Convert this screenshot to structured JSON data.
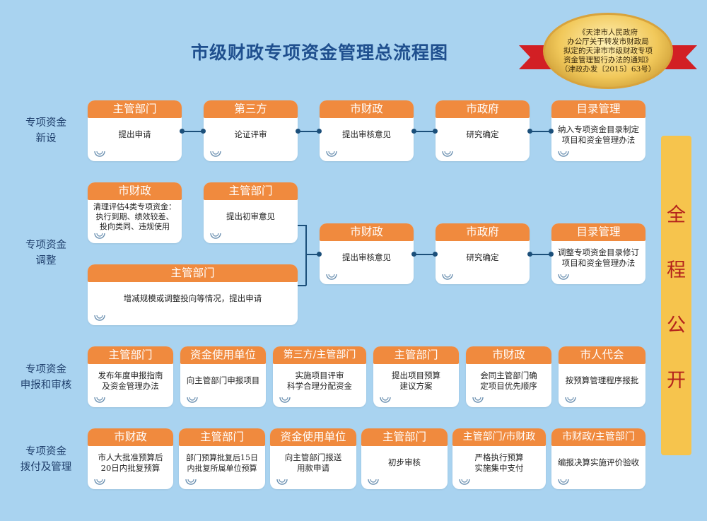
{
  "title": "市级财政专项资金管理总流程图",
  "seal": {
    "lines": [
      "《天津市人民政府",
      "办公厅关于转发市财政局",
      "拟定的天津市市级财政专项",
      "资金管理暂行办法的通知》",
      "（津政办发〔2015〕63号）"
    ]
  },
  "rows": {
    "r1": "专项资金\n新设",
    "r2": "专项资金\n调整",
    "r3": "专项资金\n申报和审核",
    "r4": "专项资金\n拨付及管理"
  },
  "r1": [
    {
      "head": "主管部门",
      "body": "提出申请"
    },
    {
      "head": "第三方",
      "body": "论证评审"
    },
    {
      "head": "市财政",
      "body": "提出审核意见"
    },
    {
      "head": "市政府",
      "body": "研究确定"
    },
    {
      "head": "目录管理",
      "body": "纳入专项资金目录制定\n项目和资金管理办法"
    }
  ],
  "r2": [
    {
      "head": "市财政",
      "body": "清理评估4类专项资金：\n执行到期、绩效较差、\n投向类同、违规使用"
    },
    {
      "head": "主管部门",
      "body": "提出初审意见"
    },
    {
      "head": "主管部门",
      "body": "增减规模或调整投向等情况，提出申请"
    },
    {
      "head": "市财政",
      "body": "提出审核意见"
    },
    {
      "head": "市政府",
      "body": "研究确定"
    },
    {
      "head": "目录管理",
      "body": "调整专项资金目录修订\n项目和资金管理办法"
    }
  ],
  "r3": [
    {
      "head": "主管部门",
      "body": "发布年度申报指南\n及资金管理办法"
    },
    {
      "head": "资金使用单位",
      "body": "向主管部门申报项目"
    },
    {
      "head": "第三方/主管部门",
      "body": "实施项目评审\n科学合理分配资金"
    },
    {
      "head": "主管部门",
      "body": "提出项目预算\n建议方案"
    },
    {
      "head": "市财政",
      "body": "会同主管部门确\n定项目优先顺序"
    },
    {
      "head": "市人代会",
      "body": "按预算管理程序报批"
    }
  ],
  "r4": [
    {
      "head": "市财政",
      "body": "市人大批准预算后\n20日内批复预算"
    },
    {
      "head": "主管部门",
      "body": "部门预算批复后15日\n内批复所属单位预算"
    },
    {
      "head": "资金使用单位",
      "body": "向主管部门报送\n用款申请"
    },
    {
      "head": "主管部门",
      "body": "初步审核"
    },
    {
      "head": "主管部门/市财政",
      "body": "严格执行预算\n实施集中支付"
    },
    {
      "head": "市财政/主管部门",
      "body": "编报决算实施评价验收"
    }
  ],
  "open": [
    "全",
    "程",
    "公",
    "开"
  ],
  "colors": {
    "background": "#a9d3f0",
    "header": "#f08a3e",
    "title": "#1f4f8e",
    "connector": "#1b4f7a",
    "open_bar": "#f6c44d",
    "open_text": "#b4231c"
  }
}
